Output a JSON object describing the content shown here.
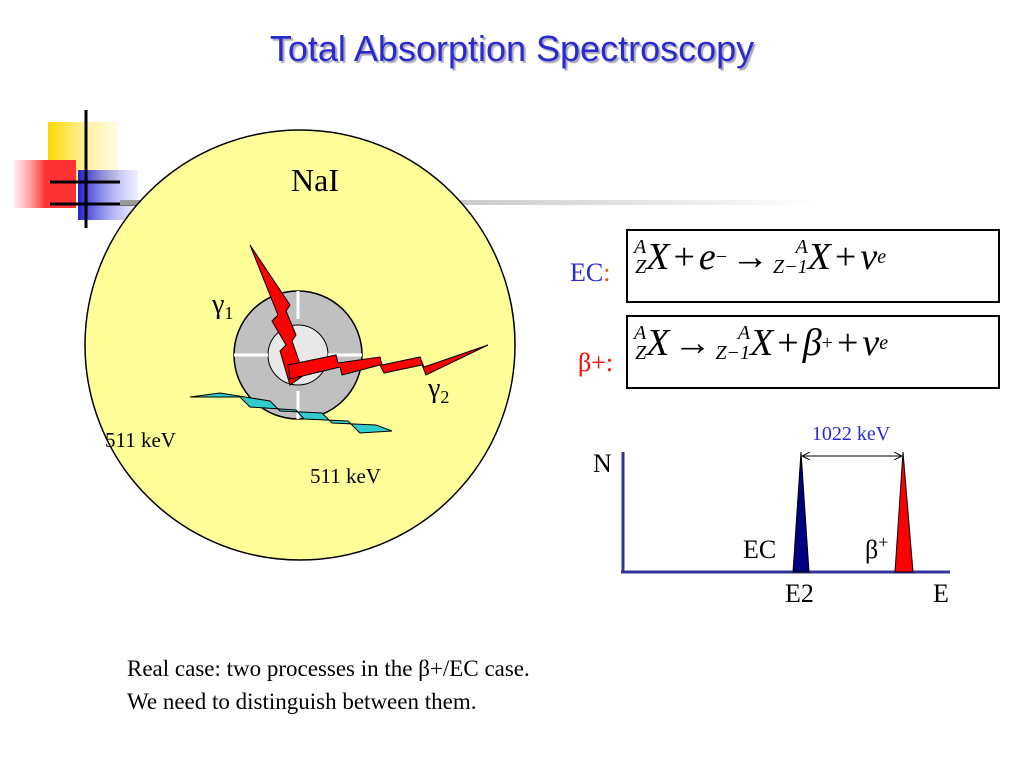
{
  "title": "Total Absorption Spectroscopy",
  "detector": {
    "label": "NaI",
    "gamma1_base": "γ",
    "gamma1_sub": "1",
    "gamma2_base": "γ",
    "gamma2_sub": "2",
    "annihilation_left": "511 keV",
    "annihilation_right": "511 keV"
  },
  "equations": {
    "ec_label": "EC",
    "ec_colon": ":",
    "beta_label": "β+:",
    "A": "A",
    "Z": "Z",
    "Zm1": "Z−1",
    "X": "X",
    "plus": "+",
    "e": "e",
    "e_sup": "−",
    "arrow": "→",
    "nu": "ν",
    "nu_sub": "e",
    "beta": "β",
    "beta_sup": "+"
  },
  "spectrum": {
    "y_axis": "N",
    "x_axis": "E",
    "e2_label": "E2",
    "ec_peak": "EC",
    "beta_peak": "β+",
    "separation": "1022 keV"
  },
  "caption": {
    "line1": "Real case: two processes in the β+/EC case.",
    "line2": "We need to distinguish between them."
  },
  "colors": {
    "title": "#2a2ad0",
    "detector_fill": "#ffff99",
    "ec_peak": "#000080",
    "beta_peak": "#ff0000",
    "gamma_ray": "#ff0000",
    "annihilation": "#33cccc",
    "axis": "#333399"
  }
}
